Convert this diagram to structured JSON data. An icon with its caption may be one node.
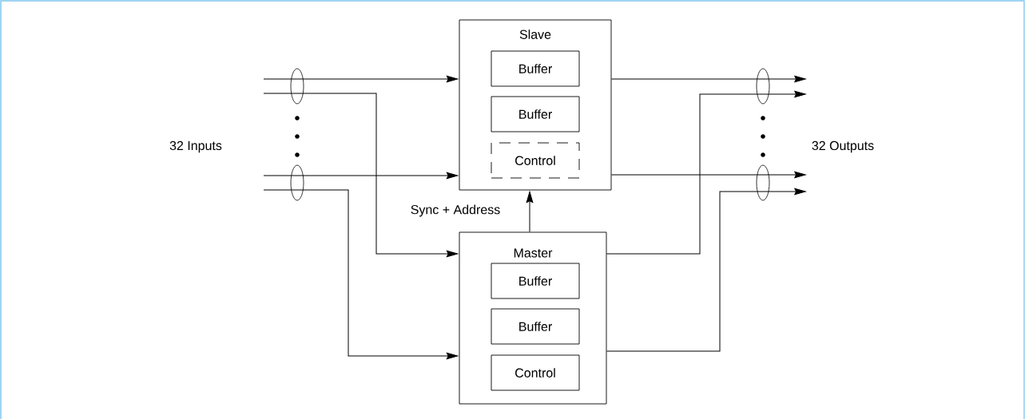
{
  "diagram": {
    "nodes": [
      {
        "text": [
          "Slave"
        ]
      },
      {
        "text": [
          "Buffer"
        ],
        "in": 0
      },
      {
        "text": [
          "Buffer"
        ],
        "in": 0
      },
      {
        "text": [
          "Control"
        ],
        "in": 0
      },
      {
        "text": [
          "Master"
        ]
      },
      {
        "text": [
          "Buffer"
        ],
        "in": 4
      },
      {
        "text": [
          "Buffer"
        ],
        "in": 4
      },
      {
        "text": [
          "Control"
        ],
        "in": 4
      }
    ],
    "edges": [
      {
        "from": null,
        "to": 0,
        "arrow": "to"
      },
      {
        "from": null,
        "to": 4,
        "arrow": "to"
      },
      {
        "from": null,
        "to": 0,
        "arrow": "to"
      },
      {
        "from": null,
        "to": 4,
        "arrow": "to"
      },
      {
        "from": 4,
        "to": 0,
        "arrow": "to",
        "label": "Sync + Address"
      },
      {
        "from": 0,
        "to": null,
        "arrow": "to"
      },
      {
        "from": 4,
        "to": null,
        "arrow": "to"
      },
      {
        "from": 0,
        "to": null,
        "arrow": "to"
      },
      {
        "from": 4,
        "to": null,
        "arrow": "to"
      }
    ],
    "labels": [
      "32 Inputs",
      "32 Outputs"
    ]
  }
}
